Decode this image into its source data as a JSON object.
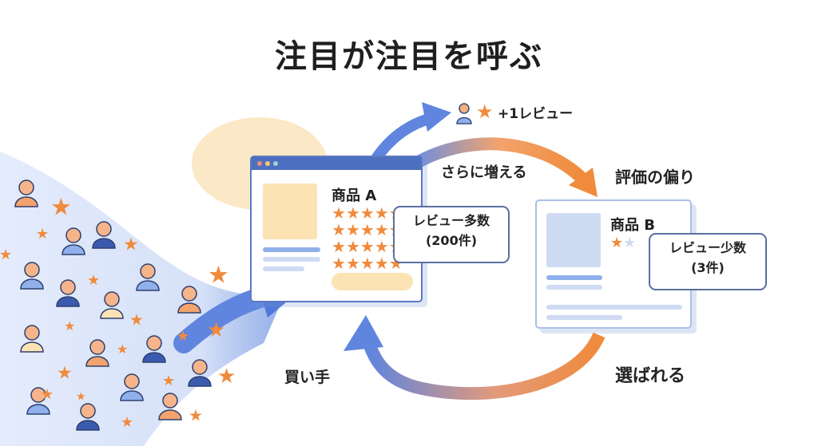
{
  "title": "注目が注目を呼ぶ",
  "labels": {
    "more_reviews": "さらに増える",
    "rating_bias": "評価の偏り",
    "chosen": "選ばれる",
    "buyers": "買い手",
    "plus_review": "+1レビュー"
  },
  "product_a": {
    "name": "商品 A",
    "stars_filled": 20,
    "bubble_line1": "レビュー多数",
    "bubble_line2": "(200件)"
  },
  "product_b": {
    "name": "商品 B",
    "stars_filled": 1,
    "stars_total": 2,
    "bubble_line1": "レビュー少数",
    "bubble_line2": "(3件)"
  },
  "colors": {
    "orange": "#f08a3c",
    "blue": "#4d6fc0",
    "light_blue": "#cfdaf3",
    "beige": "#fbe3b4"
  }
}
